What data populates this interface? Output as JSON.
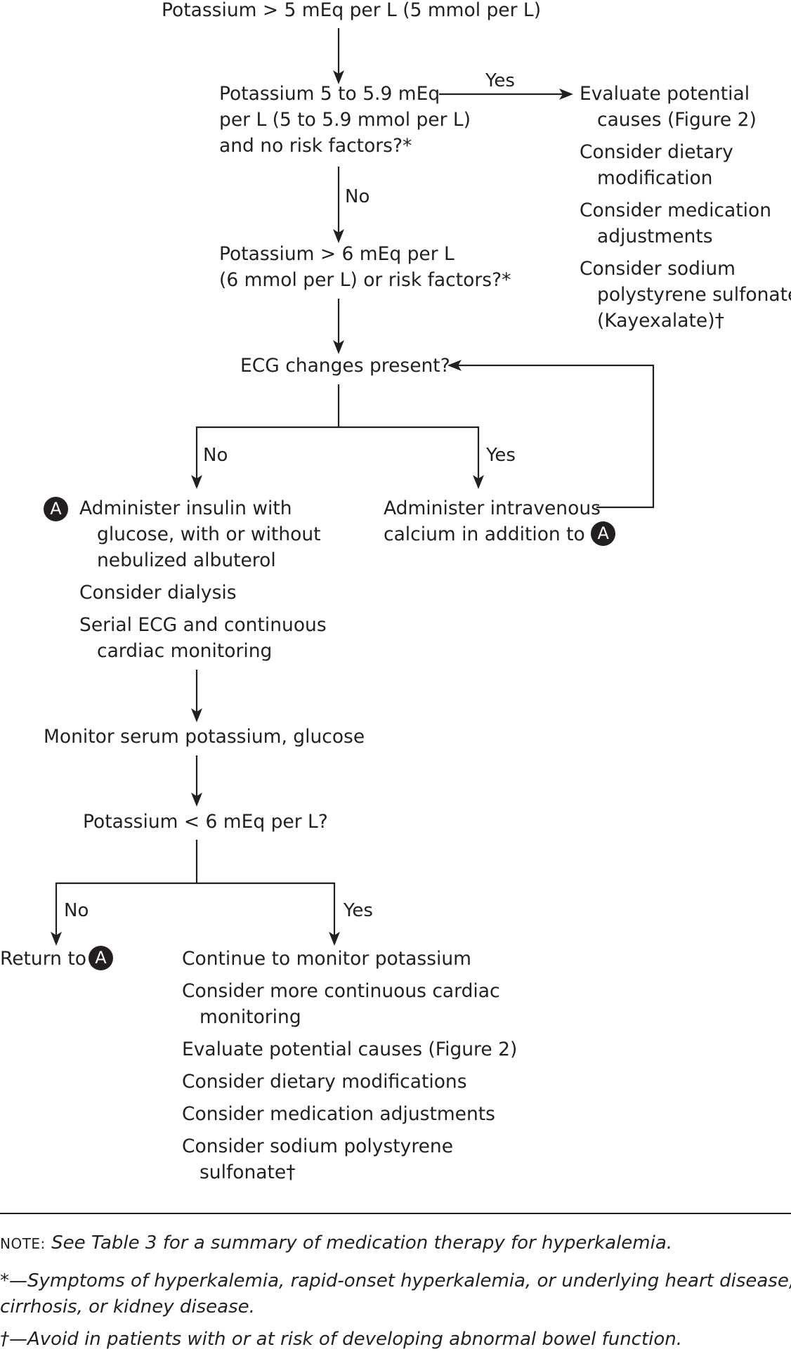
{
  "flowchart": {
    "start": "Potassium > 5 mEq per L (5 mmol per L)",
    "q1": [
      "Potassium 5 to 5.9 mEq",
      "per L (5 to 5.9 mmol per L)",
      "and no risk factors?*"
    ],
    "yes_label": "Yes",
    "no_label": "No",
    "yes_branch": {
      "evaluate": [
        "Evaluate potential",
        "causes (Figure 2)"
      ],
      "dietary": [
        "Consider dietary",
        "modification"
      ],
      "medication": [
        "Consider medication",
        "adjustments"
      ],
      "sodium": [
        "Consider sodium",
        "polystyrene sulfonate",
        "(Kayexalate)†"
      ]
    },
    "q2": [
      "Potassium > 6 mEq per L",
      "(6 mmol per L) or risk factors?*"
    ],
    "q3": "ECG changes present?",
    "badge": "A",
    "step_a": {
      "insulin": [
        "Administer insulin with",
        "glucose, with or without",
        "nebulized albuterol"
      ],
      "dialysis": "Consider dialysis",
      "serial": [
        "Serial ECG and continuous",
        "cardiac monitoring"
      ]
    },
    "calcium": [
      "Administer intravenous",
      "calcium in addition to"
    ],
    "monitor": "Monitor serum potassium, glucose",
    "q4": "Potassium < 6 mEq per L?",
    "return_to": "Return to",
    "yes_final": [
      "Continue to monitor potassium",
      "Consider more continuous cardiac",
      "monitoring",
      "Evaluate potential causes (Figure 2)",
      "Consider dietary modifications",
      "Consider medication adjustments",
      "Consider sodium polystyrene",
      "sulfonate†"
    ]
  },
  "notes": {
    "note_prefix": "NOTE:",
    "note_text": "See Table 3 for a summary of medication therapy for hyperkalemia.",
    "star_line1": "*—Symptoms of hyperkalemia, rapid-onset hyperkalemia, or underlying heart disease,",
    "star_line2": "cirrhosis, or kidney disease.",
    "dagger": "†—Avoid in patients with or at risk of developing abnormal bowel function."
  },
  "colors": {
    "ink": "#231f20",
    "background": "#ffffff"
  }
}
